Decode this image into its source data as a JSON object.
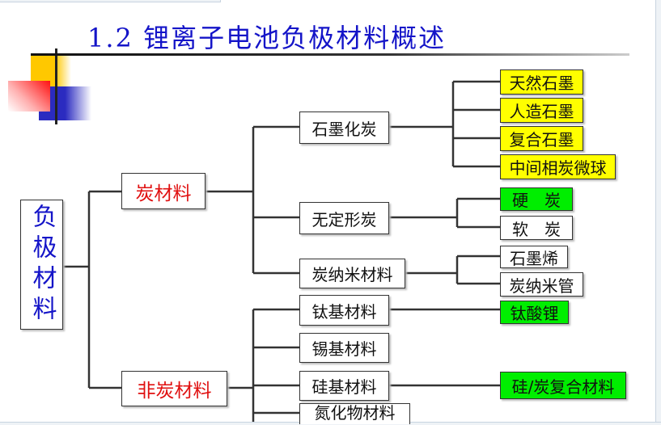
{
  "title": "1.2 锂离子电池负极材料概述",
  "root": "负极材料",
  "level1": {
    "carbon": "炭材料",
    "noncarbon": "非炭材料"
  },
  "carbon_children": [
    "石墨化炭",
    "无定形炭",
    "炭纳米材料"
  ],
  "graphitized": [
    "天然石墨",
    "人造石墨",
    "复合石墨",
    "中间相炭微球"
  ],
  "amorphous": [
    "硬　炭",
    "软　炭"
  ],
  "nano": [
    "石墨烯",
    "炭纳米管"
  ],
  "noncarbon_children": [
    "钛基材料",
    "锡基材料",
    "硅基材料",
    "氮化物材料"
  ],
  "titanium": [
    "钛酸锂"
  ],
  "silicon": [
    "硅/炭复合材料"
  ],
  "colors": {
    "title": "#1414c8",
    "level1": "#e01010",
    "yellow": "#ffff00",
    "green": "#00ee00"
  }
}
